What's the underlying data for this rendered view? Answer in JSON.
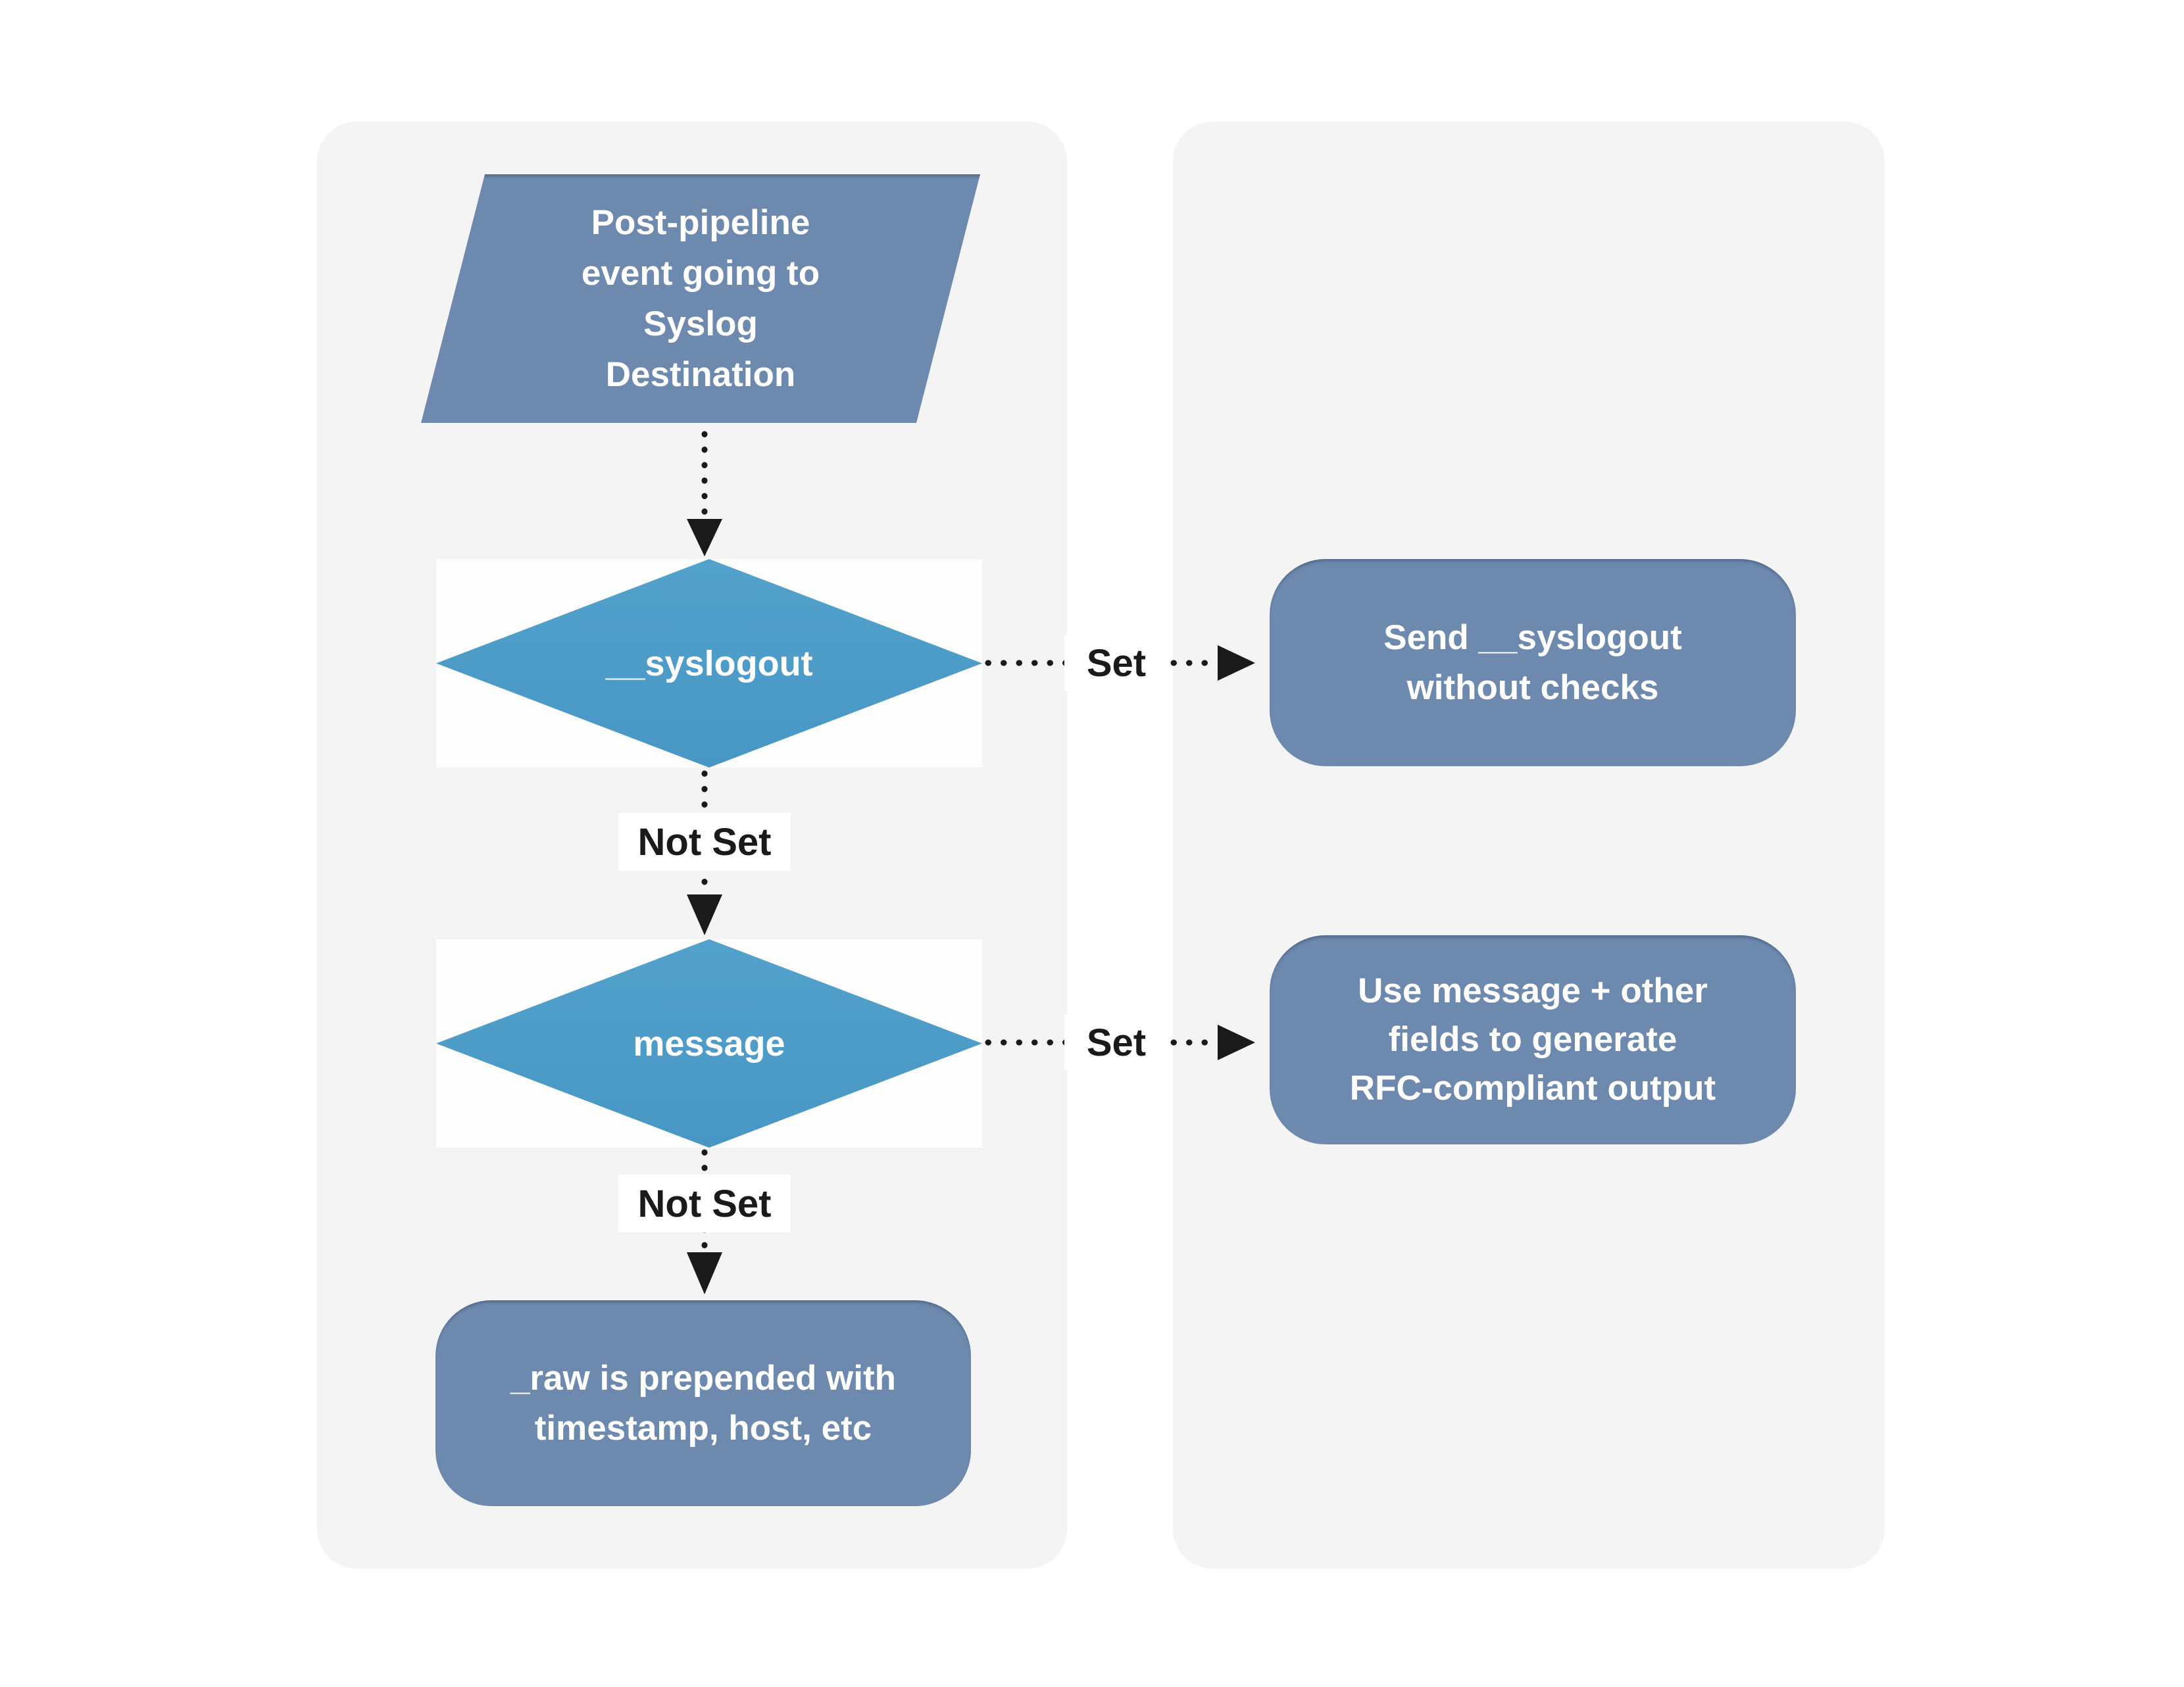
{
  "diagram": {
    "title": "Syslog destination output decision flow",
    "type": "flowchart"
  },
  "colors": {
    "page_background": "#ffffff",
    "panel_gray": "#f4f4f5",
    "process_blue": "#6d89ae",
    "decision_blue_top": "#53a2cc",
    "decision_blue_bottom": "#4896c4",
    "node_text": "#ffffff",
    "edge_black": "#1a1a1a",
    "edge_label_background": "#ffffff"
  },
  "nodes": {
    "start": {
      "shape": "parallelogram",
      "lines": [
        "Post-pipeline",
        "event going to",
        "Syslog",
        "Destination"
      ]
    },
    "syslogout": {
      "shape": "diamond",
      "label": "__syslogout"
    },
    "send_direct": {
      "shape": "rounded-rectangle",
      "lines": [
        "Send __syslogout",
        "without checks"
      ]
    },
    "message": {
      "shape": "diamond",
      "label": "message"
    },
    "rfc_output": {
      "shape": "rounded-rectangle",
      "lines": [
        "Use message + other",
        "fields to generate",
        "RFC-compliant output"
      ]
    },
    "raw_prepend": {
      "shape": "rounded-rectangle",
      "lines": [
        "_raw is prepended with",
        "timestamp, host, etc"
      ]
    }
  },
  "edges": {
    "start_to_syslogout": {
      "label": "",
      "style": "dotted-arrow"
    },
    "syslogout_set": {
      "label": "Set",
      "style": "dotted-arrow"
    },
    "syslogout_not_set": {
      "label": "Not Set",
      "style": "dotted-arrow"
    },
    "message_set": {
      "label": "Set",
      "style": "dotted-arrow"
    },
    "message_not_set": {
      "label": "Not Set",
      "style": "dotted-arrow"
    }
  }
}
